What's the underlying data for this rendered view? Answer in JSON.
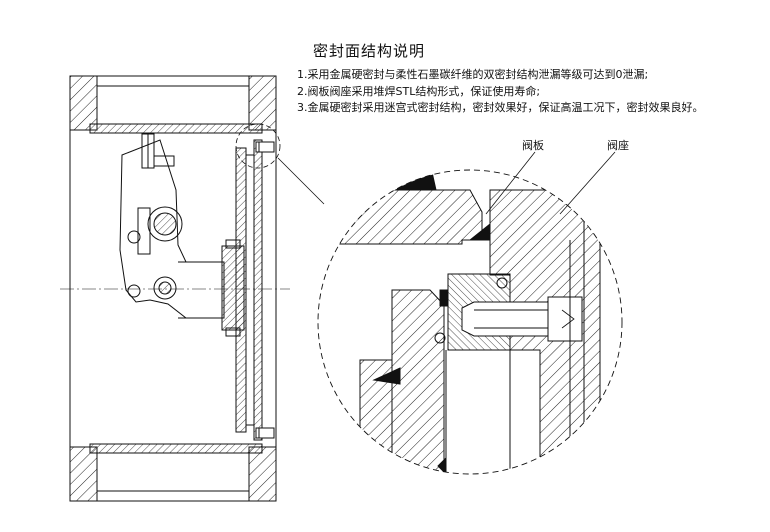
{
  "title": "密封面结构说明",
  "notes": [
    "1.采用金属硬密封与柔性石墨碳纤维的双密封结构泄漏等级可达到0泄漏;",
    "2.阀板阀座采用堆焊STL结构形式，保证使用寿命;",
    "3.金属硬密封采用迷宫式密封结构，密封效果好，保证高温工况下，密封效果良好。"
  ],
  "labels": {
    "disc": "阀板",
    "seat": "阀座"
  }
}
